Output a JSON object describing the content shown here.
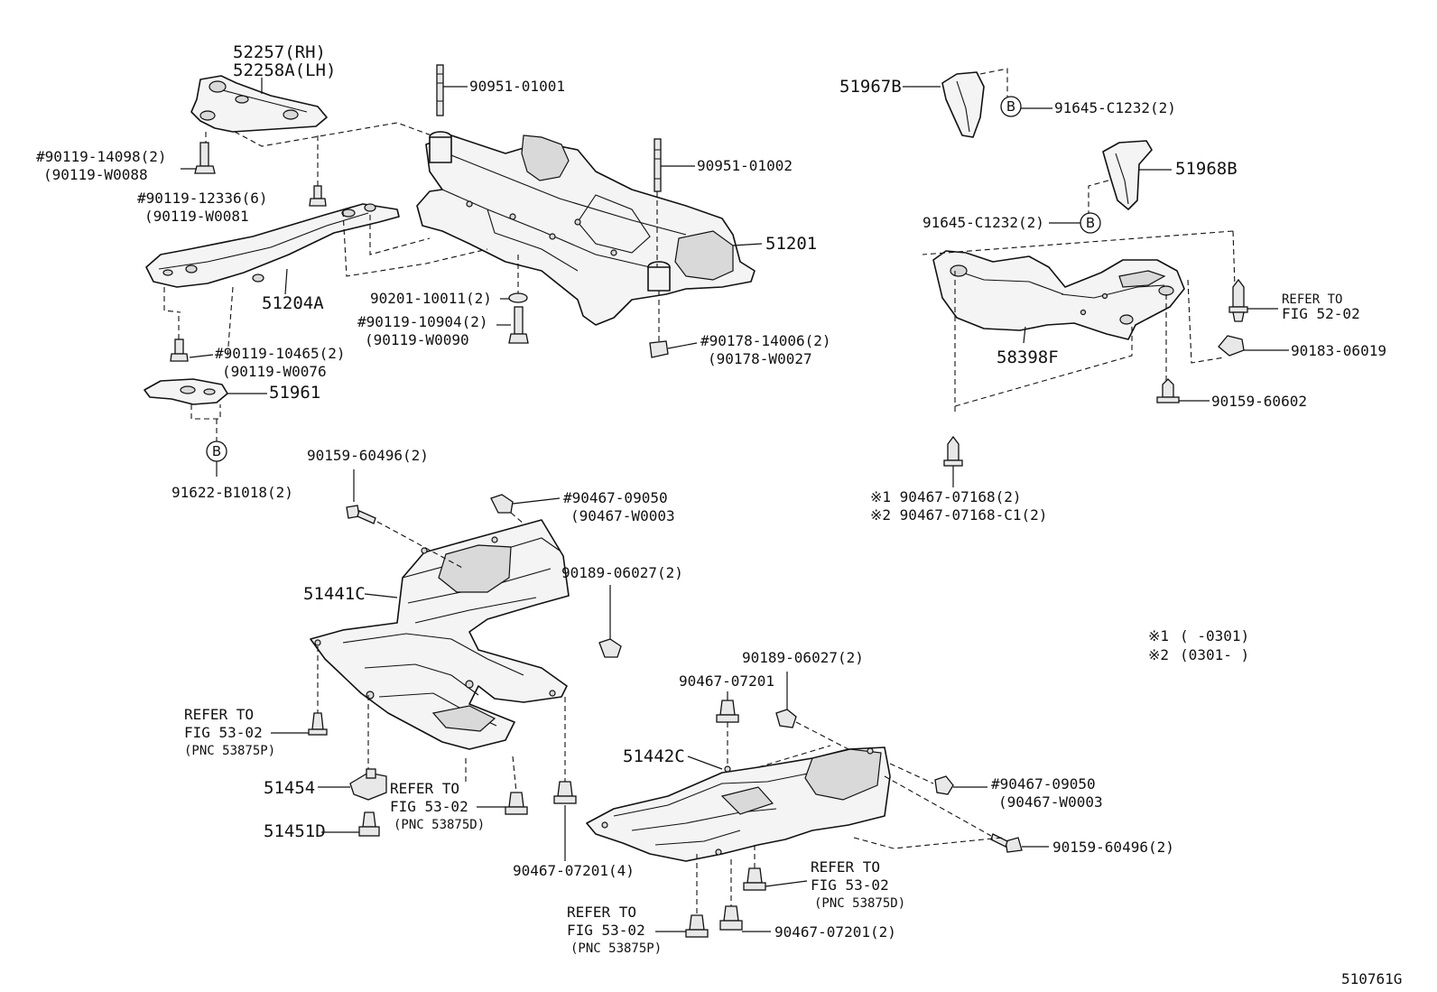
{
  "diagram": {
    "figure_code": "510761G",
    "notes": [
      {
        "mark": "※1",
        "range": "(      -0301)"
      },
      {
        "mark": "※2",
        "range": "(0301-      )"
      }
    ],
    "callouts": {
      "p52257": "52257(RH)",
      "p52258": "52258A(LH)",
      "p9011914098": "#90119-14098(2)",
      "p90119W0088": "(90119-W0088",
      "p9011912336": "#90119-12336(6)",
      "p90119W0081": "(90119-W0081",
      "p9095101001": "90951-01001",
      "p9095101002": "90951-01002",
      "p51201": "51201",
      "p51204A": "51204A",
      "p9020110011": "90201-10011(2)",
      "p9011910904": "#90119-10904(2)",
      "p90119W0090": "(90119-W0090",
      "p9017814006": "#90178-14006(2)",
      "p90178W0027": "(90178-W0027",
      "p9011910465": "#90119-10465(2)",
      "p90119W0076": "(90119-W0076",
      "p51961": "51961",
      "p91622": "91622-B1018(2)",
      "p51967B": "51967B",
      "p91645a": "91645-C1232(2)",
      "p51968B": "51968B",
      "p91645b": "91645-C1232(2)",
      "p58398F": "58398F",
      "refer5202a": "REFER TO",
      "refer5202b": "FIG 52-02",
      "p9018306019": "90183-06019",
      "p9015960602": "90159-60602",
      "p90467071681": "※1 90467-07168(2)",
      "p90467071682": "※2 90467-07168-C1(2)",
      "p9015960496a": "90159-60496(2)",
      "p9046709050a": "#90467-09050",
      "p90467W0003a": "(90467-W0003",
      "p51441C": "51441C",
      "p9018906027a": "90189-06027(2)",
      "refA1": "REFER TO",
      "refA2": "FIG 53-02",
      "refA3": "(PNC 53875P)",
      "p51454": "51454",
      "refB1": "REFER TO",
      "refB2": "FIG 53-02",
      "refB3": "(PNC 53875D)",
      "p51451D": "51451D",
      "p9046707201a": "90467-07201(4)",
      "p9018906027b": "90189-06027(2)",
      "p9046707201b": "90467-07201",
      "p51442C": "51442C",
      "p9046709050b": "#90467-09050",
      "p90467W0003b": "(90467-W0003",
      "p9015960496b": "90159-60496(2)",
      "refC1": "REFER TO",
      "refC2": "FIG 53-02",
      "refC3": "(PNC 53875D)",
      "refD1": "REFER TO",
      "refD2": "FIG 53-02",
      "refD3": "(PNC 53875P)",
      "p9046707201c": "90467-07201(2)",
      "circleB": "B"
    }
  }
}
